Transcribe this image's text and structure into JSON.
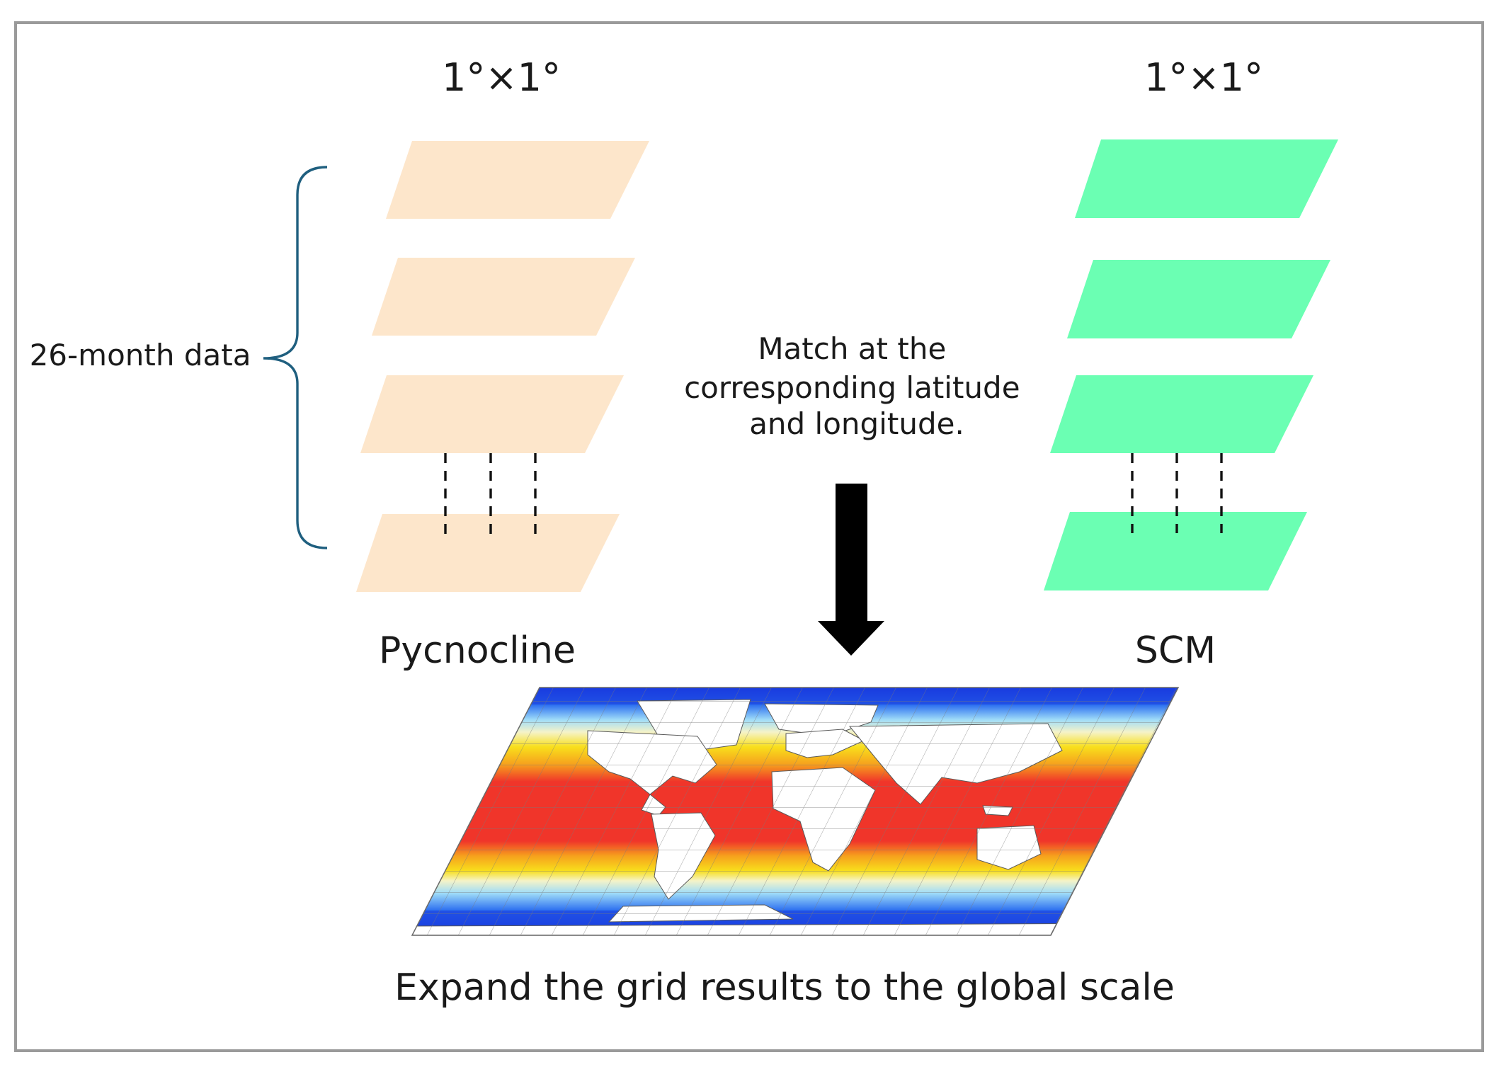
{
  "left_panel": {
    "resolution": "1°×1°",
    "name": "Pycnocline",
    "layer_color": "#fde6cb",
    "layer_count": 4
  },
  "right_panel": {
    "resolution": "1°×1°",
    "name": "SCM",
    "layer_color": "#6bffb3",
    "layer_count": 4
  },
  "brace_label": "26-month data",
  "match_text": [
    "Match at the",
    "corresponding latitude",
    "and longitude."
  ],
  "caption": "Expand the grid results to the global scale",
  "colors": {
    "frame": "#9a9a9a",
    "brace": "#1f5f7f",
    "arrow": "#000000",
    "map_warm": "#f0352a",
    "map_mid": "#f7e21b",
    "map_cold": "#1a3fe0",
    "land": "#ffffff"
  }
}
